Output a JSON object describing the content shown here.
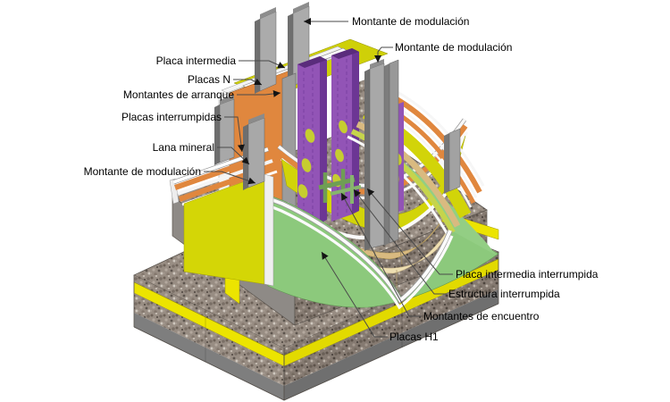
{
  "diagram": {
    "description": "Isometric construction detail of a curved drywall partition on a two-tier concrete base",
    "language": "es"
  },
  "labels": [
    {
      "id": "montante-modulacion-top",
      "text": "Montante de modulación"
    },
    {
      "id": "montante-modulacion-right",
      "text": "Montante de modulación"
    },
    {
      "id": "placa-intermedia",
      "text": "Placa intermedia"
    },
    {
      "id": "placas-n",
      "text": "Placas N"
    },
    {
      "id": "montantes-de-arranque",
      "text": "Montantes de arranque"
    },
    {
      "id": "placas-interrumpidas",
      "text": "Placas interrumpidas"
    },
    {
      "id": "lana-mineral",
      "text": "Lana mineral"
    },
    {
      "id": "montante-modulacion-left",
      "text": "Montante de modulación"
    },
    {
      "id": "placa-intermedia-interrumpida",
      "text": "Placa intermedia interrumpida"
    },
    {
      "id": "estructura-interrumpida",
      "text": "Estructura interrumpida"
    },
    {
      "id": "montantes-de-encuentro",
      "text": "Montantes de encuentro"
    },
    {
      "id": "placas-h1",
      "text": "Placas H1"
    }
  ],
  "materials": {
    "granite_speckle": "#95897f",
    "joint_yellow": "#ece400",
    "mineral_wool_yellow": "#d2d409",
    "mineral_wool_orange": "#e0873e",
    "plasterboard_white": "#f5f5f5",
    "plasterboard_green_h1": "#8cc97c",
    "plasterboard_tan": "#d9ba80",
    "steel_stud_gray": "#a7a7a7",
    "perforated_stud_purple": "#9254b6",
    "connector_green": "#6f9e54",
    "concrete_gray": "#7b7b7b",
    "leader_line": "#4a4a4a"
  }
}
